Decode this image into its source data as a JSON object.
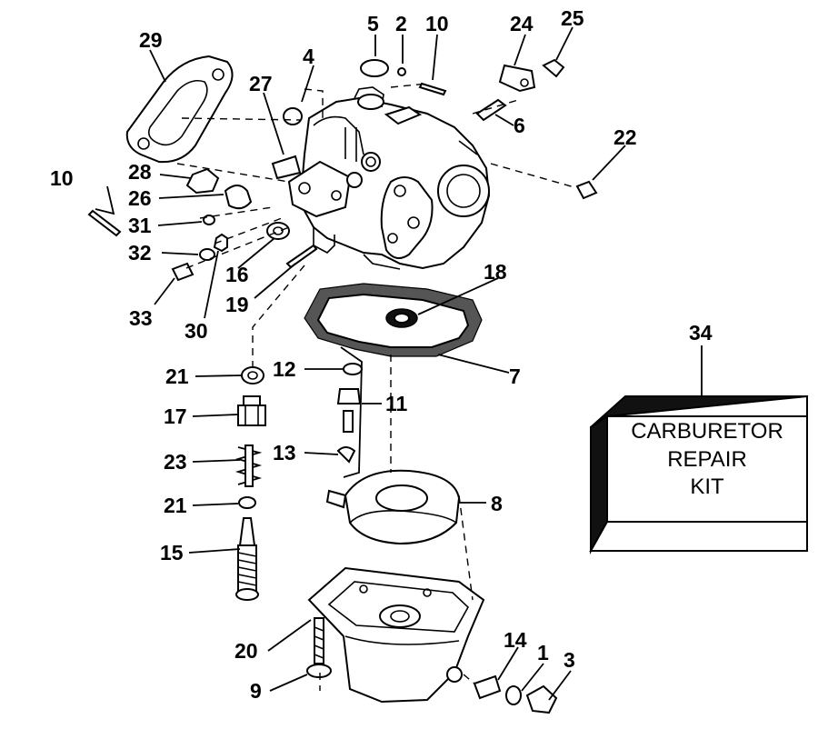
{
  "callouts": {
    "c1": "1",
    "c2": "2",
    "c3": "3",
    "c4": "4",
    "c5": "5",
    "c6": "6",
    "c7": "7",
    "c8": "8",
    "c9": "9",
    "c10a": "10",
    "c10b": "10",
    "c11": "11",
    "c12": "12",
    "c13": "13",
    "c14": "14",
    "c15": "15",
    "c16": "16",
    "c17": "17",
    "c18": "18",
    "c19": "19",
    "c20": "20",
    "c21a": "21",
    "c21b": "21",
    "c22": "22",
    "c23": "23",
    "c24": "24",
    "c25": "25",
    "c26": "26",
    "c27": "27",
    "c28": "28",
    "c29": "29",
    "c30": "30",
    "c31": "31",
    "c32": "32",
    "c33": "33",
    "c34": "34"
  },
  "kit_box": {
    "line1": "CARBURETOR",
    "line2": "REPAIR",
    "line3": "KIT"
  }
}
